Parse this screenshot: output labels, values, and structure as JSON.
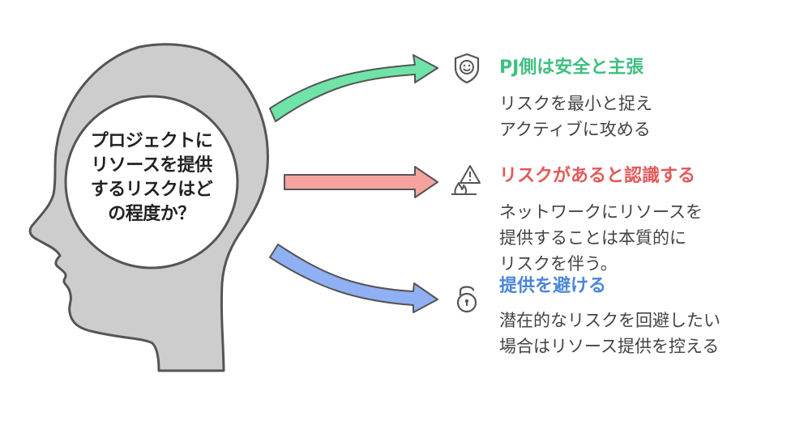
{
  "question": {
    "lines": [
      "プロジェクトに",
      "リソースを提供",
      "するリスクはど",
      "の程度か？"
    ]
  },
  "colors": {
    "head_fill": "#cdcdcd",
    "head_stroke": "#555555",
    "green": "#3fbf7f",
    "red": "#e05a5a",
    "blue": "#4a86d8",
    "arrow_green": "#6fe3a8",
    "arrow_red": "#f6a3a0",
    "arrow_blue": "#8fb0f3"
  },
  "options": [
    {
      "title": "PJ側は安全と主張",
      "icon": "shield-smile-icon",
      "lines": [
        "リスクを最小と捉え",
        "アクティブに攻める"
      ]
    },
    {
      "title": "リスクがあると認識する",
      "icon": "warning-fire-icon",
      "lines": [
        "ネットワークにリソースを",
        "提供することは本質的に",
        "リスクを伴う。"
      ]
    },
    {
      "title": "提供を避ける",
      "icon": "padlock-icon",
      "lines": [
        "潜在的なリスクを回避したい",
        "場合はリソース提供を控える"
      ]
    }
  ]
}
